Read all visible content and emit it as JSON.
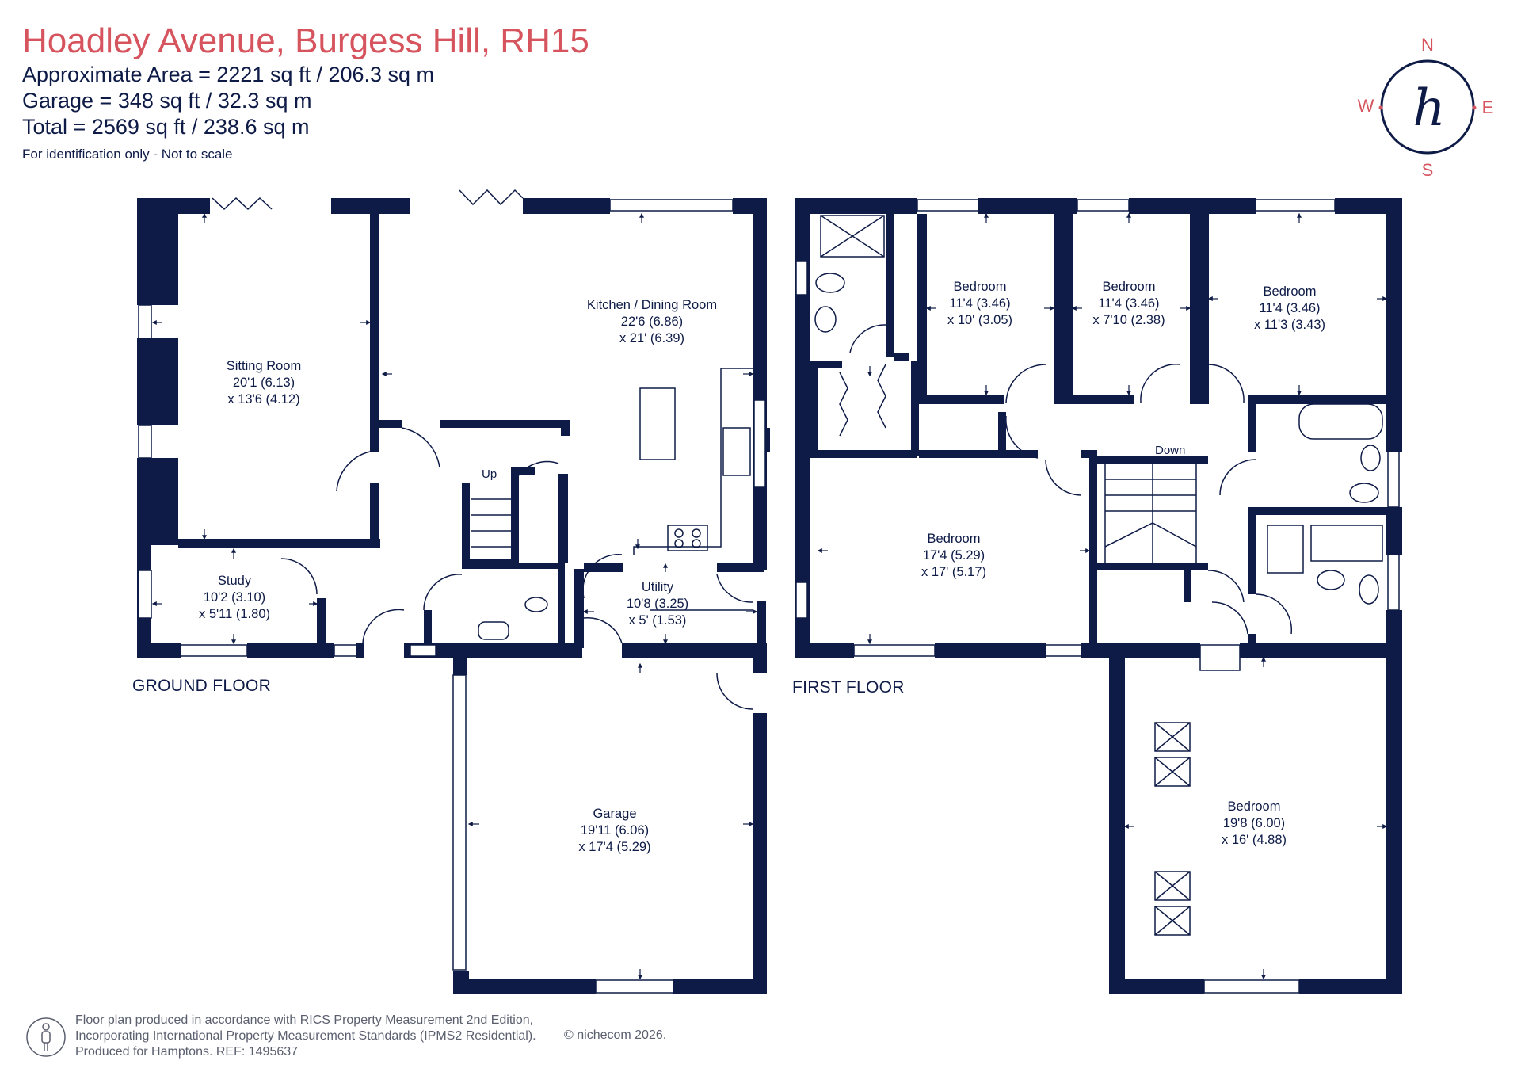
{
  "header": {
    "title": "Hoadley Avenue, Burgess Hill, RH15",
    "approx_area": "Approximate Area = 2221 sq ft / 206.3 sq m",
    "garage_area": "Garage = 348 sq ft / 32.3 sq m",
    "total_area": "Total = 2569 sq ft / 238.6 sq m",
    "disclaimer": "For identification only - Not to scale"
  },
  "compass": {
    "n": "N",
    "s": "S",
    "e": "E",
    "w": "W",
    "logo": "h"
  },
  "colors": {
    "wall": "#0e1b47",
    "title": "#d6545e",
    "text": "#0e1b47",
    "footer": "#5a5f6e"
  },
  "ground_floor": {
    "label": "GROUND FLOOR",
    "stairs_label": "Up",
    "rooms": [
      {
        "name": "Sitting Room",
        "dim1": "20'1 (6.13)",
        "dim2": "x 13'6 (4.12)"
      },
      {
        "name": "Kitchen / Dining Room",
        "dim1": "22'6 (6.86)",
        "dim2": "x 21' (6.39)"
      },
      {
        "name": "Study",
        "dim1": "10'2 (3.10)",
        "dim2": "x 5'11 (1.80)"
      },
      {
        "name": "Utility",
        "dim1": "10'8 (3.25)",
        "dim2": "x 5' (1.53)"
      },
      {
        "name": "Garage",
        "dim1": "19'11 (6.06)",
        "dim2": "x 17'4 (5.29)"
      }
    ]
  },
  "first_floor": {
    "label": "FIRST FLOOR",
    "stairs_label": "Down",
    "rooms": [
      {
        "name": "Bedroom",
        "dim1": "11'4 (3.46)",
        "dim2": "x 10' (3.05)"
      },
      {
        "name": "Bedroom",
        "dim1": "11'4 (3.46)",
        "dim2": "x 7'10 (2.38)"
      },
      {
        "name": "Bedroom",
        "dim1": "11'4 (3.46)",
        "dim2": "x 11'3 (3.43)"
      },
      {
        "name": "Bedroom",
        "dim1": "17'4 (5.29)",
        "dim2": "x 17' (5.17)"
      },
      {
        "name": "Bedroom",
        "dim1": "19'8 (6.00)",
        "dim2": "x 16' (4.88)"
      }
    ]
  },
  "footer": {
    "line1": "Floor plan produced in accordance with RICS Property Measurement 2nd Edition,",
    "line2": "Incorporating International Property Measurement Standards (IPMS2 Residential).",
    "line3": "Produced for Hamptons.   REF:  1495637",
    "copyright": "© nichecom 2026.",
    "icon": "person-icon"
  }
}
